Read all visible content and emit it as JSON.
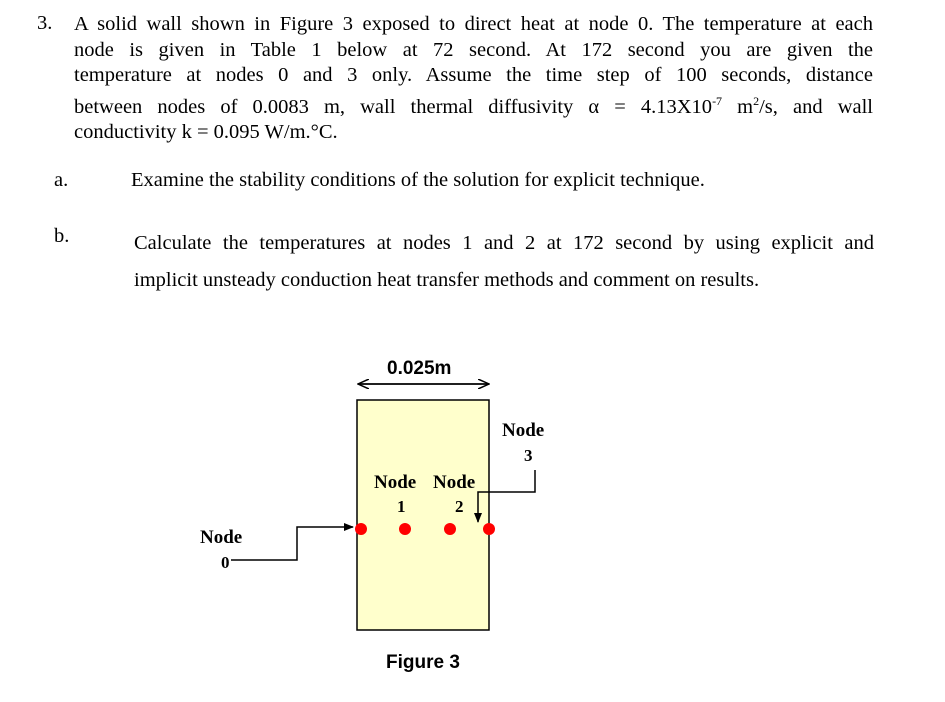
{
  "question": {
    "number": "3.",
    "lines": [
      "A solid wall shown in Figure 3 exposed to direct heat at node 0. The temperature at each",
      "node is given in Table 1 below at 72 second. At 172 second you are given the",
      "temperature at nodes 0 and 3 only. Assume the time step of 100 seconds, distance",
      "between  nodes of 0.0083 m, wall thermal diffusivity α = 4.13X10",
      "conductivity k = 0.095 W/m.°C."
    ],
    "alpha_exponent": "-7",
    "alpha_unit_pre": " m",
    "alpha_unit_sup": "2",
    "alpha_unit_post": "/s, and wall"
  },
  "parts": {
    "a": {
      "label": "a.",
      "text": "Examine the stability conditions of the solution for explicit technique."
    },
    "b": {
      "label": "b.",
      "line1": "Calculate the temperatures at nodes 1 and 2 at 172 second by using explicit and",
      "line2": "implicit unsteady conduction heat transfer methods and comment on results."
    }
  },
  "figure": {
    "width_label": "0.025m",
    "caption": "Figure 3",
    "nodes": {
      "node0_word": "Node",
      "node0_num": "0",
      "node1_word": "Node",
      "node1_num": "1",
      "node2_word": "Node",
      "node2_num": "2",
      "node3_word": "Node",
      "node3_num": "3"
    },
    "colors": {
      "wall_fill": "#FFFFCC",
      "node_dot": "#FF0000",
      "stroke": "#000000"
    }
  }
}
